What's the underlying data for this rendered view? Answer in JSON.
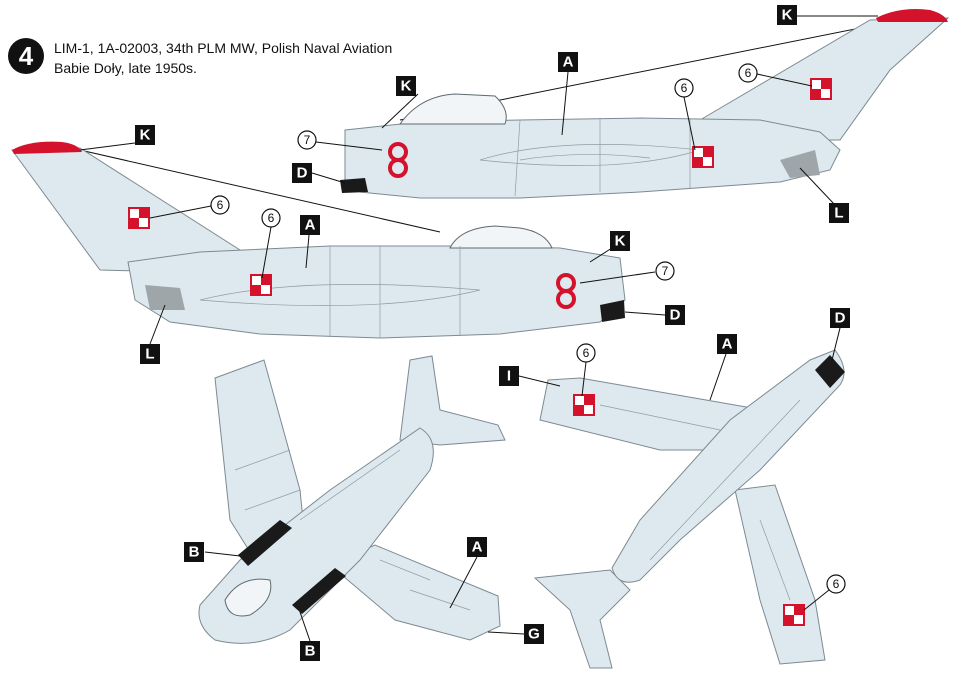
{
  "header": {
    "number": "4",
    "title": "LIM-1, 1A-02003, 34th PLM MW, Polish Naval Aviation",
    "subtitle": "Babie Doły, late 1950s."
  },
  "colors": {
    "aircraft": "#dde9ef",
    "red": "#d4122b",
    "dark": "#1a1a1a",
    "label_bg": "#111111"
  },
  "icons": {
    "national_marking": "polish-checkerboard-icon",
    "tactical_number": "tactical-number-8"
  },
  "callouts": {
    "right_side": {
      "K_tail": "K",
      "A": "A",
      "K_canopy": "K",
      "n6_fuselage": "6",
      "n6_fin": "6",
      "n7": "7",
      "D": "D",
      "L": "L"
    },
    "left_side": {
      "K_tail": "K",
      "n6_fin": "6",
      "n6_fuselage": "6",
      "A": "A",
      "K_spine": "K",
      "n7": "7",
      "D": "D",
      "L": "L"
    },
    "top_view": {
      "B_upper": "B",
      "A": "A",
      "B_lower": "B",
      "G": "G"
    },
    "bottom_view": {
      "I": "I",
      "n6_wing": "6",
      "A": "A",
      "D": "D",
      "n6_lower": "6"
    }
  }
}
